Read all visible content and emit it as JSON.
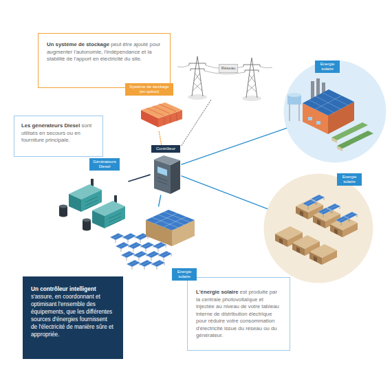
{
  "diagram": {
    "nodes": [
      {
        "text": [
          "Un système de stockage",
          "peut être ajouté pour augmenter l'autonomie, l'indépendance et la stabilité de l'apport en électricité du site."
        ]
      },
      {
        "text": [
          "Réseau"
        ]
      },
      {
        "text": [
          "Energie solaire"
        ]
      },
      {
        "text": [
          "Système de stockage (en option)"
        ]
      },
      {
        "text": [
          "Les générateurs Diesel",
          "sont utilisés en secours ou en fourniture principale."
        ]
      },
      {
        "text": [
          "Contrôleur"
        ]
      },
      {
        "text": [
          "Générateurs Diesel"
        ]
      },
      {
        "text": [
          "Energie solaire"
        ]
      },
      {
        "text": [
          "Energie solaire"
        ]
      },
      {
        "text": [
          "Un contrôleur intelligent",
          "s'assure, en coordonnant et optimisant l'ensemble des équipements, que les différentes sources d'énergies fournissent de l'électricité de manière sûre et appropriée."
        ]
      },
      {
        "text": [
          "L'énergie solaire",
          "est produite par la centrale photovoltaïque et injectée au niveau de votre tableau interne de distribution électrique pour réduire votre consommation d'électricité issue du réseau ou du générateur."
        ]
      }
    ],
    "edges": [
      {
        "from": 5,
        "to": 1,
        "arrow": "none"
      },
      {
        "from": 5,
        "to": 2,
        "arrow": "none"
      },
      {
        "from": 5,
        "to": 3,
        "arrow": "none"
      },
      {
        "from": 5,
        "to": 6,
        "arrow": "none"
      },
      {
        "from": 5,
        "to": 7,
        "arrow": "none"
      },
      {
        "from": 5,
        "to": 8,
        "arrow": "none"
      }
    ]
  }
}
